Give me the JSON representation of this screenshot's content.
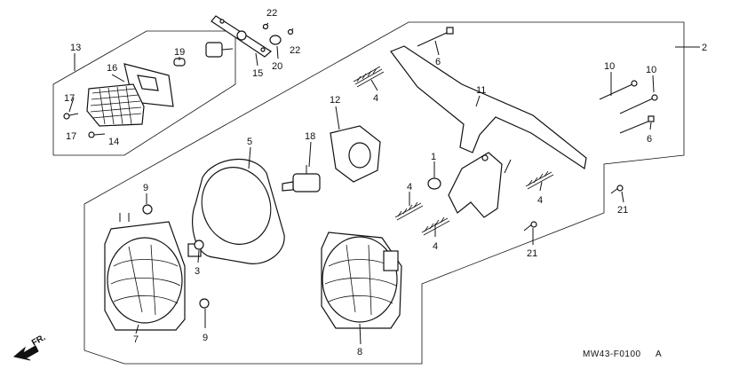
{
  "diagram": {
    "code": "MW43-F0100",
    "code_suffix": "A",
    "front_label": "FR.",
    "callouts": {
      "c1": "1",
      "c2": "2",
      "c3": "3",
      "c4a": "4",
      "c4b": "4",
      "c4c": "4",
      "c4d": "4",
      "c5": "5",
      "c6a": "6",
      "c6b": "6",
      "c7": "7",
      "c8": "8",
      "c9a": "9",
      "c9b": "9",
      "c10a": "10",
      "c10b": "10",
      "c11": "11",
      "c12": "12",
      "c13": "13",
      "c14": "14",
      "c15": "15",
      "c16": "16",
      "c17a": "17",
      "c17b": "17",
      "c18": "18",
      "c19": "19",
      "c20": "20",
      "c21a": "21",
      "c21b": "21",
      "c22a": "22",
      "c22b": "22"
    }
  }
}
